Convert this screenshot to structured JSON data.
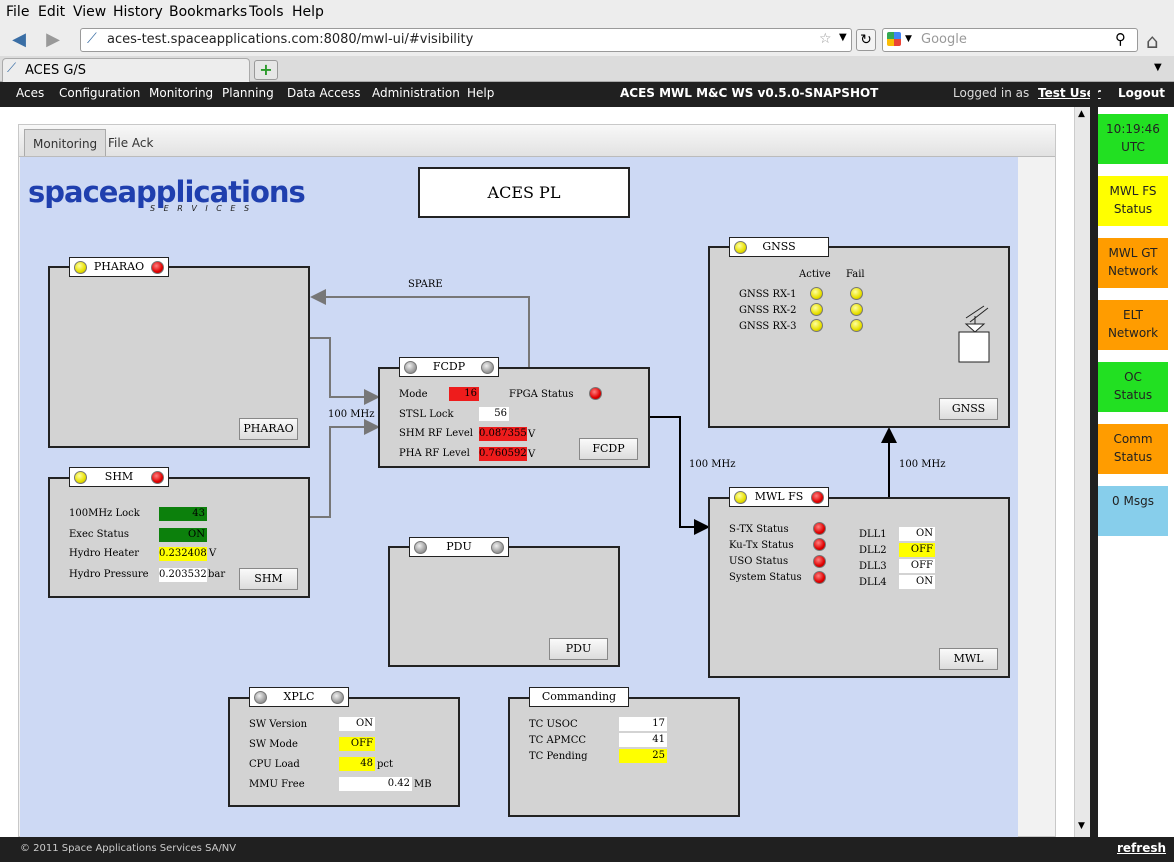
{
  "browser": {
    "menu": [
      "File",
      "Edit",
      "View",
      "History",
      "Bookmarks",
      "Tools",
      "Help"
    ],
    "url": "aces-test.spaceapplications.com:8080/mwl-ui/#visibility",
    "search_placeholder": "Google",
    "tab_title": "ACES G/S",
    "new_tab": "+"
  },
  "appbar": {
    "menu": [
      "Aces",
      "Configuration",
      "Monitoring",
      "Planning",
      "Data Access",
      "Administration",
      "Help"
    ],
    "title": "ACES MWL M&C WS v0.5.0-SNAPSHOT",
    "logged_in_label": "Logged in as",
    "user": "Test User",
    "logout": "Logout"
  },
  "subtabs": [
    "Monitoring",
    "File Ack"
  ],
  "logo": {
    "main": "spaceapplications",
    "sub": "S E R V I C E S"
  },
  "page_title": "ACES PL",
  "links": {
    "spare": "SPARE",
    "mhz_left": "100 MHz",
    "mhz_mid": "100 MHz",
    "mhz_right": "100 MHz"
  },
  "pharao": {
    "title": "PHARAO",
    "button": "PHARAO"
  },
  "shm": {
    "title": "SHM",
    "button": "SHM",
    "rows": [
      {
        "label": "100MHz Lock",
        "value": "43",
        "unit": ""
      },
      {
        "label": "Exec Status",
        "value": "ON",
        "unit": ""
      },
      {
        "label": "Hydro Heater",
        "value": "0.2324088",
        "unit": "V"
      },
      {
        "label": "Hydro Pressure",
        "value": "0.2035327",
        "unit": "bar"
      }
    ]
  },
  "fcdp": {
    "title": "FCDP",
    "button": "FCDP",
    "mode_label": "Mode",
    "mode_value": "16",
    "fpga_label": "FPGA Status",
    "stsl_label": "STSL Lock",
    "stsl_value": "56",
    "shm_rf_label": "SHM RF Level",
    "shm_rf_value": "0.0873553",
    "shm_rf_unit": "V",
    "pha_rf_label": "PHA RF Level",
    "pha_rf_value": "0.7605923",
    "pha_rf_unit": "V"
  },
  "gnss": {
    "title": "GNSS",
    "button": "GNSS",
    "col_active": "Active",
    "col_fail": "Fail",
    "rows": [
      "GNSS RX-1",
      "GNSS RX-2",
      "GNSS RX-3"
    ]
  },
  "pdu": {
    "title": "PDU",
    "button": "PDU"
  },
  "mwlfs": {
    "title": "MWL FS",
    "button": "MWL",
    "status": [
      "S-TX Status",
      "Ku-Tx Status",
      "USO Status",
      "System Status"
    ],
    "dll": [
      {
        "label": "DLL1",
        "value": "ON"
      },
      {
        "label": "DLL2",
        "value": "OFF"
      },
      {
        "label": "DLL3",
        "value": "OFF"
      },
      {
        "label": "DLL4",
        "value": "ON"
      }
    ]
  },
  "xplc": {
    "title": "XPLC",
    "rows": [
      {
        "label": "SW Version",
        "value": "ON",
        "unit": ""
      },
      {
        "label": "SW Mode",
        "value": "OFF",
        "unit": ""
      },
      {
        "label": "CPU Load",
        "value": "48",
        "unit": "pct"
      },
      {
        "label": "MMU Free",
        "value": "0.42",
        "unit": "MB"
      }
    ]
  },
  "commanding": {
    "title": "Commanding",
    "rows": [
      {
        "label": "TC USOC",
        "value": "17"
      },
      {
        "label": "TC APMCC",
        "value": "41"
      },
      {
        "label": "TC Pending",
        "value": "25"
      }
    ]
  },
  "sidebar": [
    {
      "line1": "10:19:46",
      "line2": "UTC",
      "color": "#22e022"
    },
    {
      "line1": "MWL FS",
      "line2": "Status",
      "color": "#ffff00"
    },
    {
      "line1": "MWL GT",
      "line2": "Network",
      "color": "#ff9c00"
    },
    {
      "line1": "ELT",
      "line2": "Network",
      "color": "#ff9c00"
    },
    {
      "line1": "OC",
      "line2": "Status",
      "color": "#22e022"
    },
    {
      "line1": "Comm",
      "line2": "Status",
      "color": "#ff9c00"
    },
    {
      "line1": "0 Msgs",
      "line2": "",
      "color": "#87ceeb"
    }
  ],
  "footer": {
    "copyright": "© 2011 Space Applications Services SA/NV",
    "refresh": "refresh"
  }
}
